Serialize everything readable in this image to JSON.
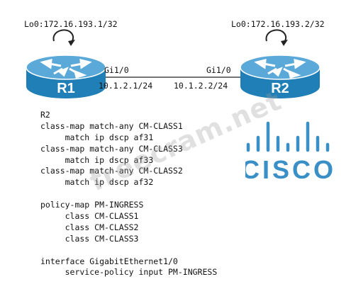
{
  "r1": {
    "name": "R1",
    "loopback": "Lo0:172.16.193.1/32",
    "interface": "Gi1/0",
    "ip": "10.1.2.1/24"
  },
  "r2": {
    "name": "R2",
    "loopback": "Lo0:172.16.193.2/32",
    "interface": "Gi1/0",
    "ip": "10.1.2.2/24"
  },
  "colors": {
    "router_body": "#1f7fb6",
    "router_top": "#5aa9d8",
    "cisco_logo": "#3a8fc6"
  },
  "config_lines": [
    "R2",
    "class-map match-any CM-CLASS1",
    "     match ip dscp af31",
    "class-map match-any CM-CLASS3",
    "     match ip dscp af33",
    "class-map match-any CM-CLASS2",
    "     match ip dscp af32",
    "",
    "policy-map PM-INGRESS",
    "     class CM-CLASS1",
    "     class CM-CLASS2",
    "     class CM-CLASS3",
    "",
    "interface GigabitEthernet1/0",
    "     service-policy input PM-INGRESS"
  ],
  "watermark": "freecram.net",
  "logo_text": "CISCO",
  "icons": {
    "router": "router-icon",
    "loop_arrow": "loopback-arrow-icon",
    "cisco": "cisco-logo-icon"
  }
}
